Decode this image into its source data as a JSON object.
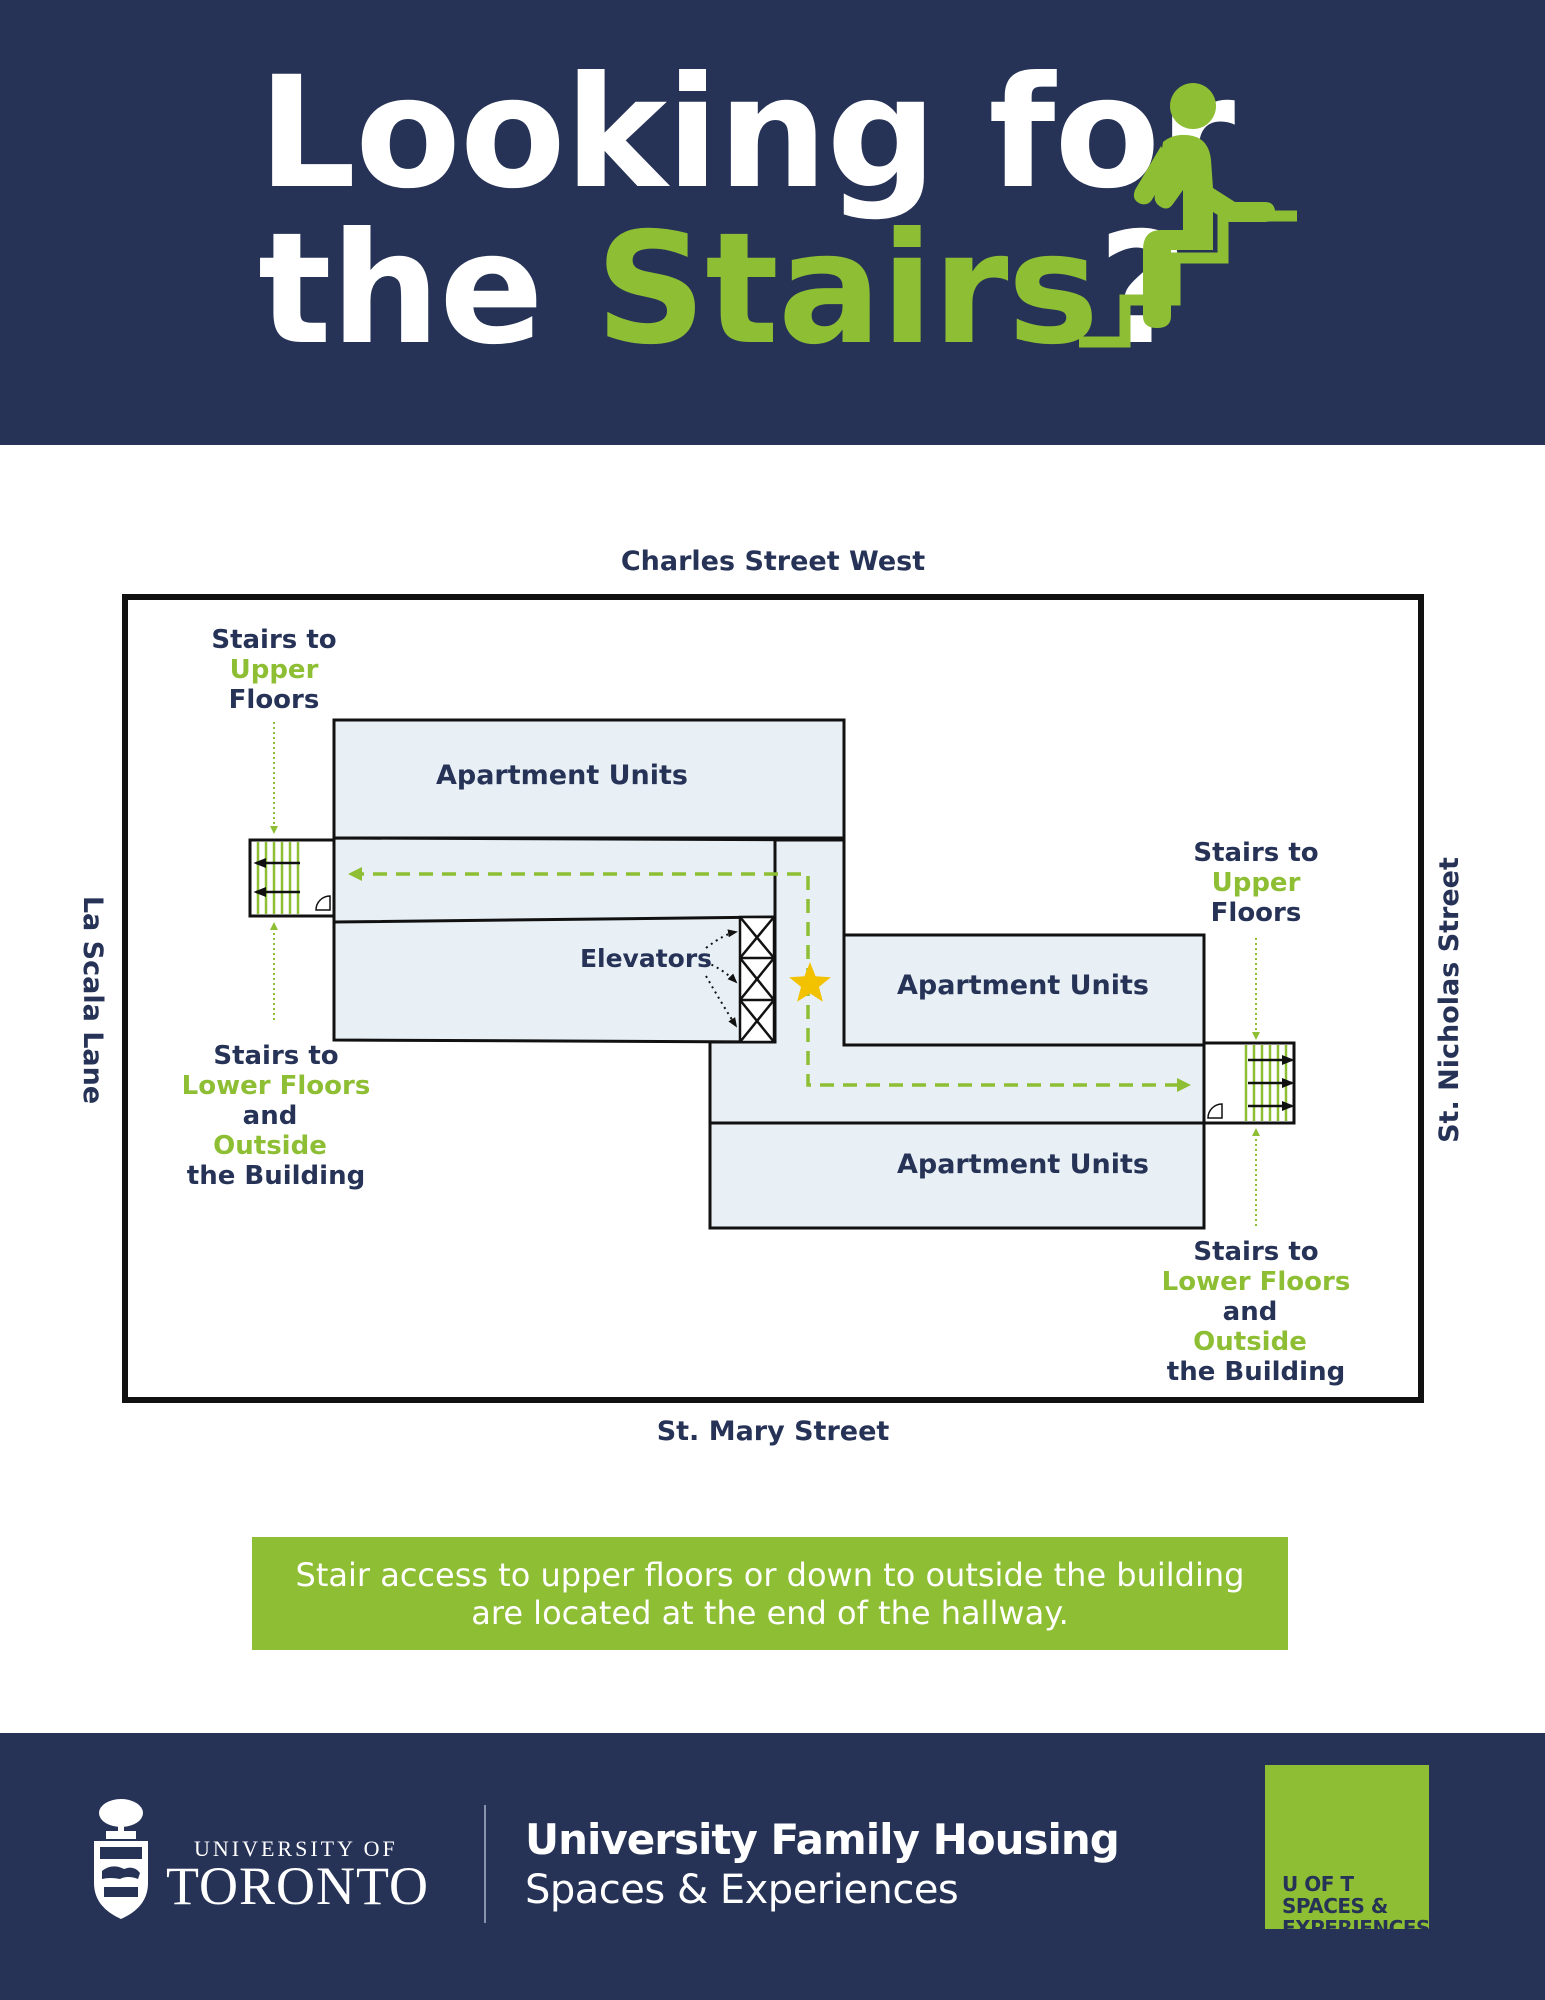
{
  "header": {
    "title_line1": "Looking for",
    "title_line2_part1": "the ",
    "title_line2_accent": "Stairs",
    "title_line2_part2": "?",
    "icon": "stairs-climbing-person-icon"
  },
  "map": {
    "streets": {
      "north": "Charles Street West",
      "south": "St. Mary Street",
      "west": "La Scala Lane",
      "east": "St. Nicholas Street"
    },
    "units": [
      "Apartment Units",
      "Apartment Units",
      "Apartment Units"
    ],
    "elevators": "Elevators",
    "upper_stairs": {
      "line1": "Stairs to",
      "line2": "Upper",
      "line3": "Floors"
    },
    "lower_stairs": {
      "line1": "Stairs to",
      "line2": "Lower Floors",
      "line3": "and",
      "line4": "Outside",
      "line5": "the Building"
    },
    "you_are_here": "star-icon"
  },
  "note": "Stair access to upper floors or down to outside the building are located at the end of the hallway.",
  "footer": {
    "uoft_small": "UNIVERSITY OF",
    "uoft_big": "TORONTO",
    "housing_title": "University Family Housing",
    "housing_sub": "Spaces & Experiences",
    "badge": [
      "U OF T",
      "SPACES &",
      "EXPERIENCES"
    ]
  },
  "colors": {
    "navy": "#263357",
    "green": "#8dbe33",
    "room_fill": "#e8f0f5",
    "star": "#f2c200"
  }
}
